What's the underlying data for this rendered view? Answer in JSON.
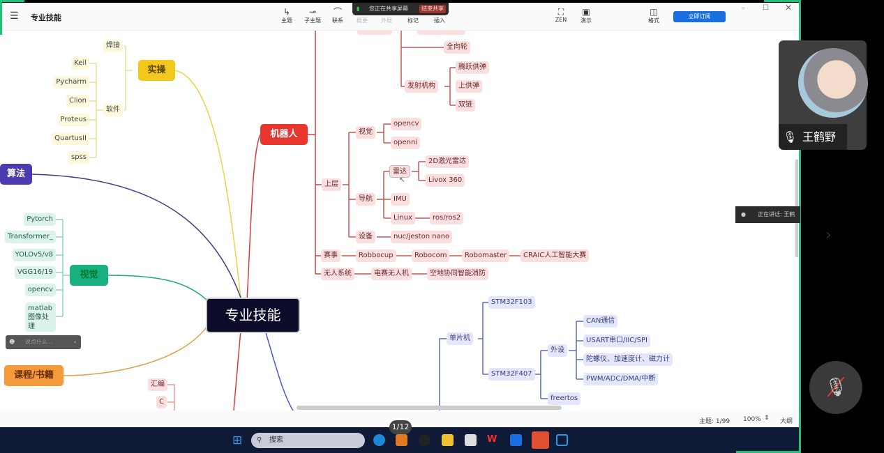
{
  "app": {
    "title": "专业技能",
    "subscribe": "立即订阅"
  },
  "toolbar": [
    {
      "label": "主题",
      "icon": "topic-icon"
    },
    {
      "label": "子主题",
      "icon": "subtopic-icon"
    },
    {
      "label": "联系",
      "icon": "relation-icon"
    },
    {
      "label": "概要",
      "icon": "summary-icon"
    },
    {
      "label": "外框",
      "icon": "boundary-icon"
    },
    {
      "label": "标记",
      "icon": "marker-icon"
    },
    {
      "label": "插入",
      "icon": "insert-icon"
    },
    {
      "label": "ZEN",
      "icon": "zen-icon"
    },
    {
      "label": "演示",
      "icon": "present-icon"
    },
    {
      "label": "格式",
      "icon": "format-icon"
    }
  ],
  "share": {
    "text": "您正在共享屏幕",
    "stop": "结束共享"
  },
  "map": {
    "root": "专业技能",
    "shicao": {
      "label": "实操",
      "hanjie": "焊接",
      "ruanjian": "软件",
      "software": [
        "Keil",
        "Pycharm",
        "Clion",
        "Proteus",
        "QuartusII",
        "spss"
      ]
    },
    "suanfa": "算法",
    "shijue": {
      "label": "视觉",
      "items": [
        "Pytorch",
        "Transformer_",
        "YOLOv5/v8",
        "VGG16/19",
        "opencv",
        "matlab 图像处理"
      ]
    },
    "kecheng": {
      "label": "课程/书籍",
      "items": [
        "汇编",
        "C"
      ]
    },
    "robot": {
      "label": "机器人",
      "quanxianglun": "全向轮",
      "fashe": "发射机构",
      "fashe_items": [
        "腾跃供弹",
        "上供弹",
        "双链"
      ],
      "shangceng": "上层",
      "vision": "视觉",
      "vision_items": [
        "opencv",
        "openni"
      ],
      "nav": "导航",
      "leida": "雷达",
      "leida_items": [
        "2D激光雷达",
        "Livox 360"
      ],
      "imu": "IMU",
      "linux": "Linux",
      "ros": "ros/ros2",
      "device": "设备",
      "device_item": "nuc/jeston nano",
      "saishi": "赛事",
      "saishi_items": [
        "Robbocup",
        "Robocom",
        "Robomaster",
        "CRAIC人工智能大赛"
      ],
      "wuren": "无人系统",
      "wuren_items": [
        "电赛无人机",
        "空地协同智能消防"
      ]
    },
    "mcu": {
      "label": "单片机",
      "f103": "STM32F103",
      "f407": "STM32F407",
      "waishe": "外设",
      "waishe_items": [
        "CAN通信",
        "USART串口/IIC/SPI",
        "陀螺仪、加速度计、磁力计",
        "PWM/ADC/DMA/中断"
      ],
      "freertos": "freertos"
    }
  },
  "floating": {
    "placeholder": "说点什么..."
  },
  "status": {
    "topics": "主题: 1/99",
    "zoom": "100%",
    "outline": "大纲"
  },
  "page_pill": "1/12",
  "taskbar": {
    "search": "搜索"
  },
  "meeting": {
    "participant": "王鹤野",
    "speaking": "正在讲话: 王鹤"
  }
}
